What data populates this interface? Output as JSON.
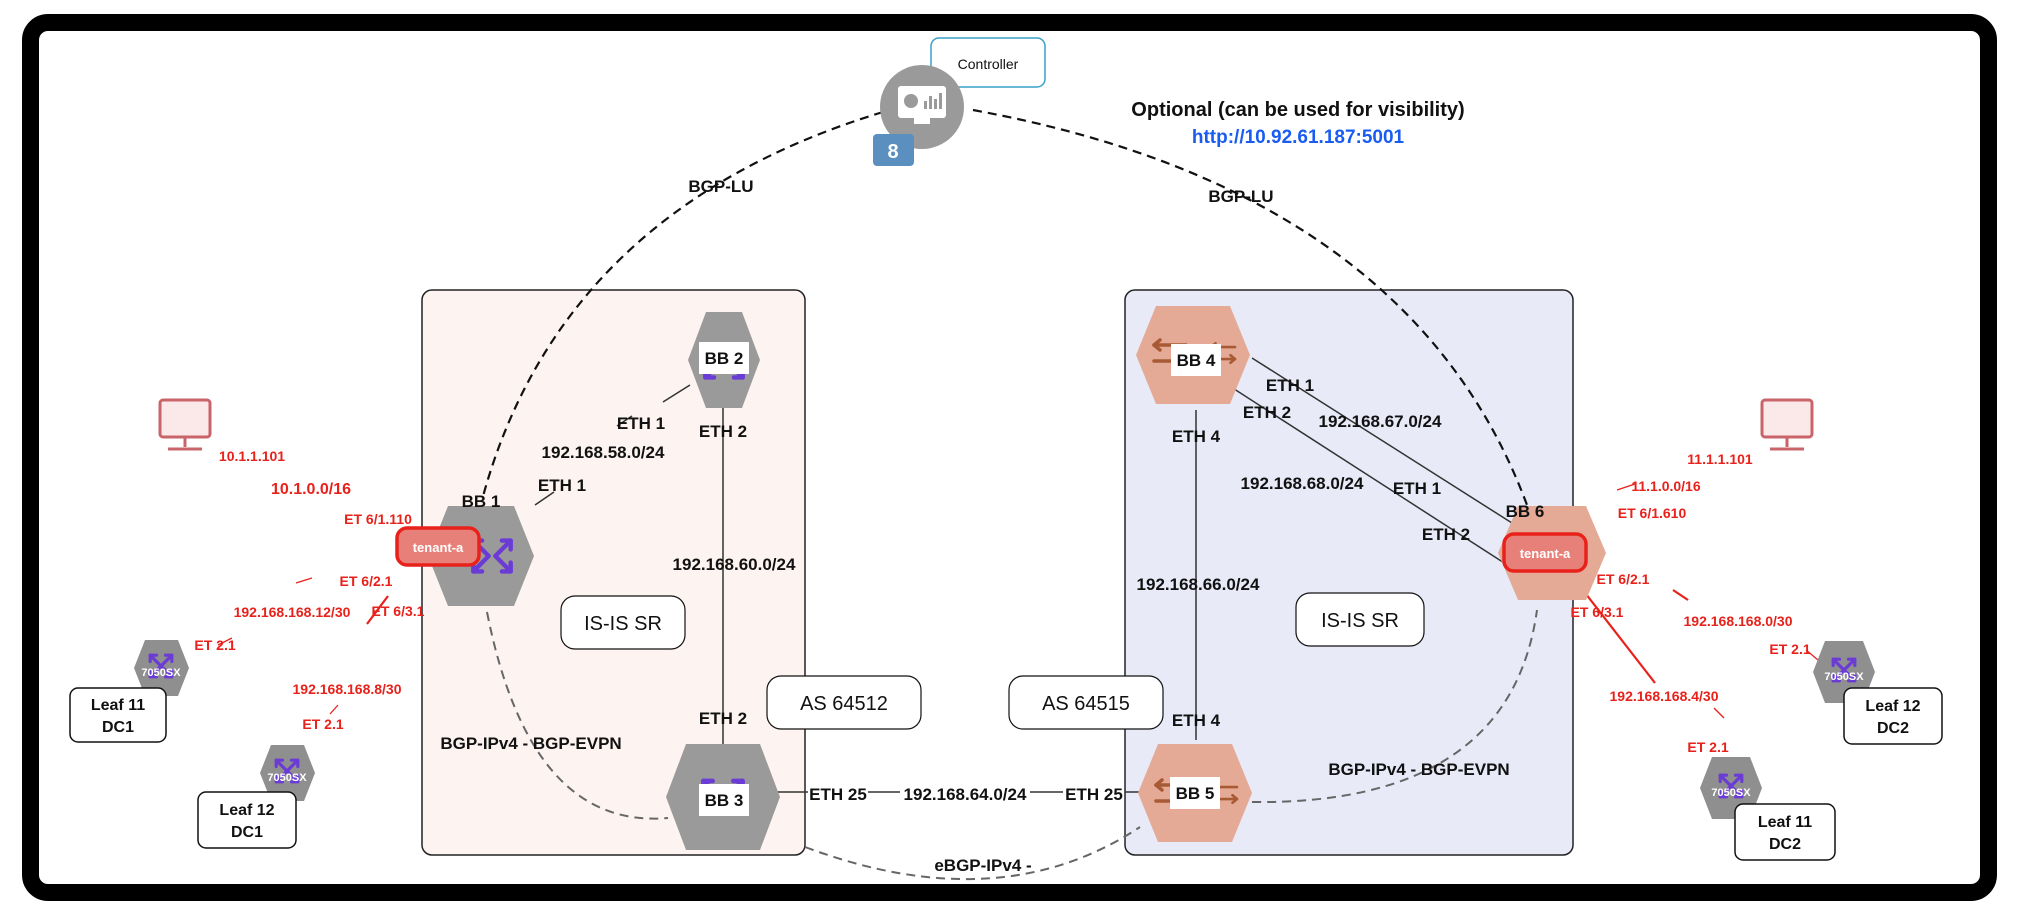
{
  "controller": {
    "label": "Controller"
  },
  "note": {
    "title": "Optional (can be used for visibility)",
    "url": "http://10.92.61.187:5001"
  },
  "sessions": {
    "bgp_lu": "BGP-LU",
    "bgp_evpn": "BGP-IPv4 - BGP-EVPN",
    "ebgp": "eBGP-IPv4 -"
  },
  "as": {
    "left": "AS 64512",
    "right": "AS 64515"
  },
  "igp": {
    "left": "IS-IS SR",
    "right": "IS-IS SR"
  },
  "nodes": {
    "bb1": "BB 1",
    "bb2": "BB 2",
    "bb3": "BB 3",
    "bb4": "BB 4",
    "bb5": "BB 5",
    "bb6": "BB 6"
  },
  "tenant": "tenant-a",
  "switch_model": "7050SX",
  "ports": {
    "eth1": "ETH 1",
    "eth2": "ETH 2",
    "eth4": "ETH 4",
    "eth25": "ETH 25"
  },
  "subnets": {
    "s58": "192.168.58.0/24",
    "s60": "192.168.60.0/24",
    "s64": "192.168.64.0/24",
    "s66": "192.168.66.0/24",
    "s67": "192.168.67.0/24",
    "s68": "192.168.68.0/24"
  },
  "dc1": {
    "host_ip": "10.1.1.101",
    "host_net": "10.1.0.0/16",
    "et61": "ET 6/1.110",
    "et62": "ET 6/2.1",
    "et63": "ET 6/3.1",
    "net12": "192.168.168.12/30",
    "net8": "192.168.168.8/30",
    "et21a": "ET 2.1",
    "et21b": "ET 2.1",
    "leaf11": [
      "Leaf 11",
      "DC1"
    ],
    "leaf12": [
      "Leaf 12",
      "DC1"
    ]
  },
  "dc2": {
    "host_ip": "11.1.1.101",
    "host_net": "11.1.0.0/16",
    "et61": "ET 6/1.610",
    "et62": "ET 6/2.1",
    "et63": "ET 6/3.1",
    "net0": "192.168.168.0/30",
    "net4": "192.168.168.4/30",
    "et21a": "ET 2.1",
    "et21b": "ET 2.1",
    "leaf12": [
      "Leaf 12",
      "DC2"
    ],
    "leaf11": [
      "Leaf 11",
      "DC2"
    ]
  },
  "colors": {
    "left_region": "#fdf4f1",
    "right_region": "#e8eaf8",
    "gray_router": "#9a9a9a",
    "pink_router": "#e4aa96",
    "purple_arrow": "#6b3bd6",
    "brown_arrow": "#b0623c",
    "red": "#e8211b",
    "link": "#1a6bd8"
  }
}
